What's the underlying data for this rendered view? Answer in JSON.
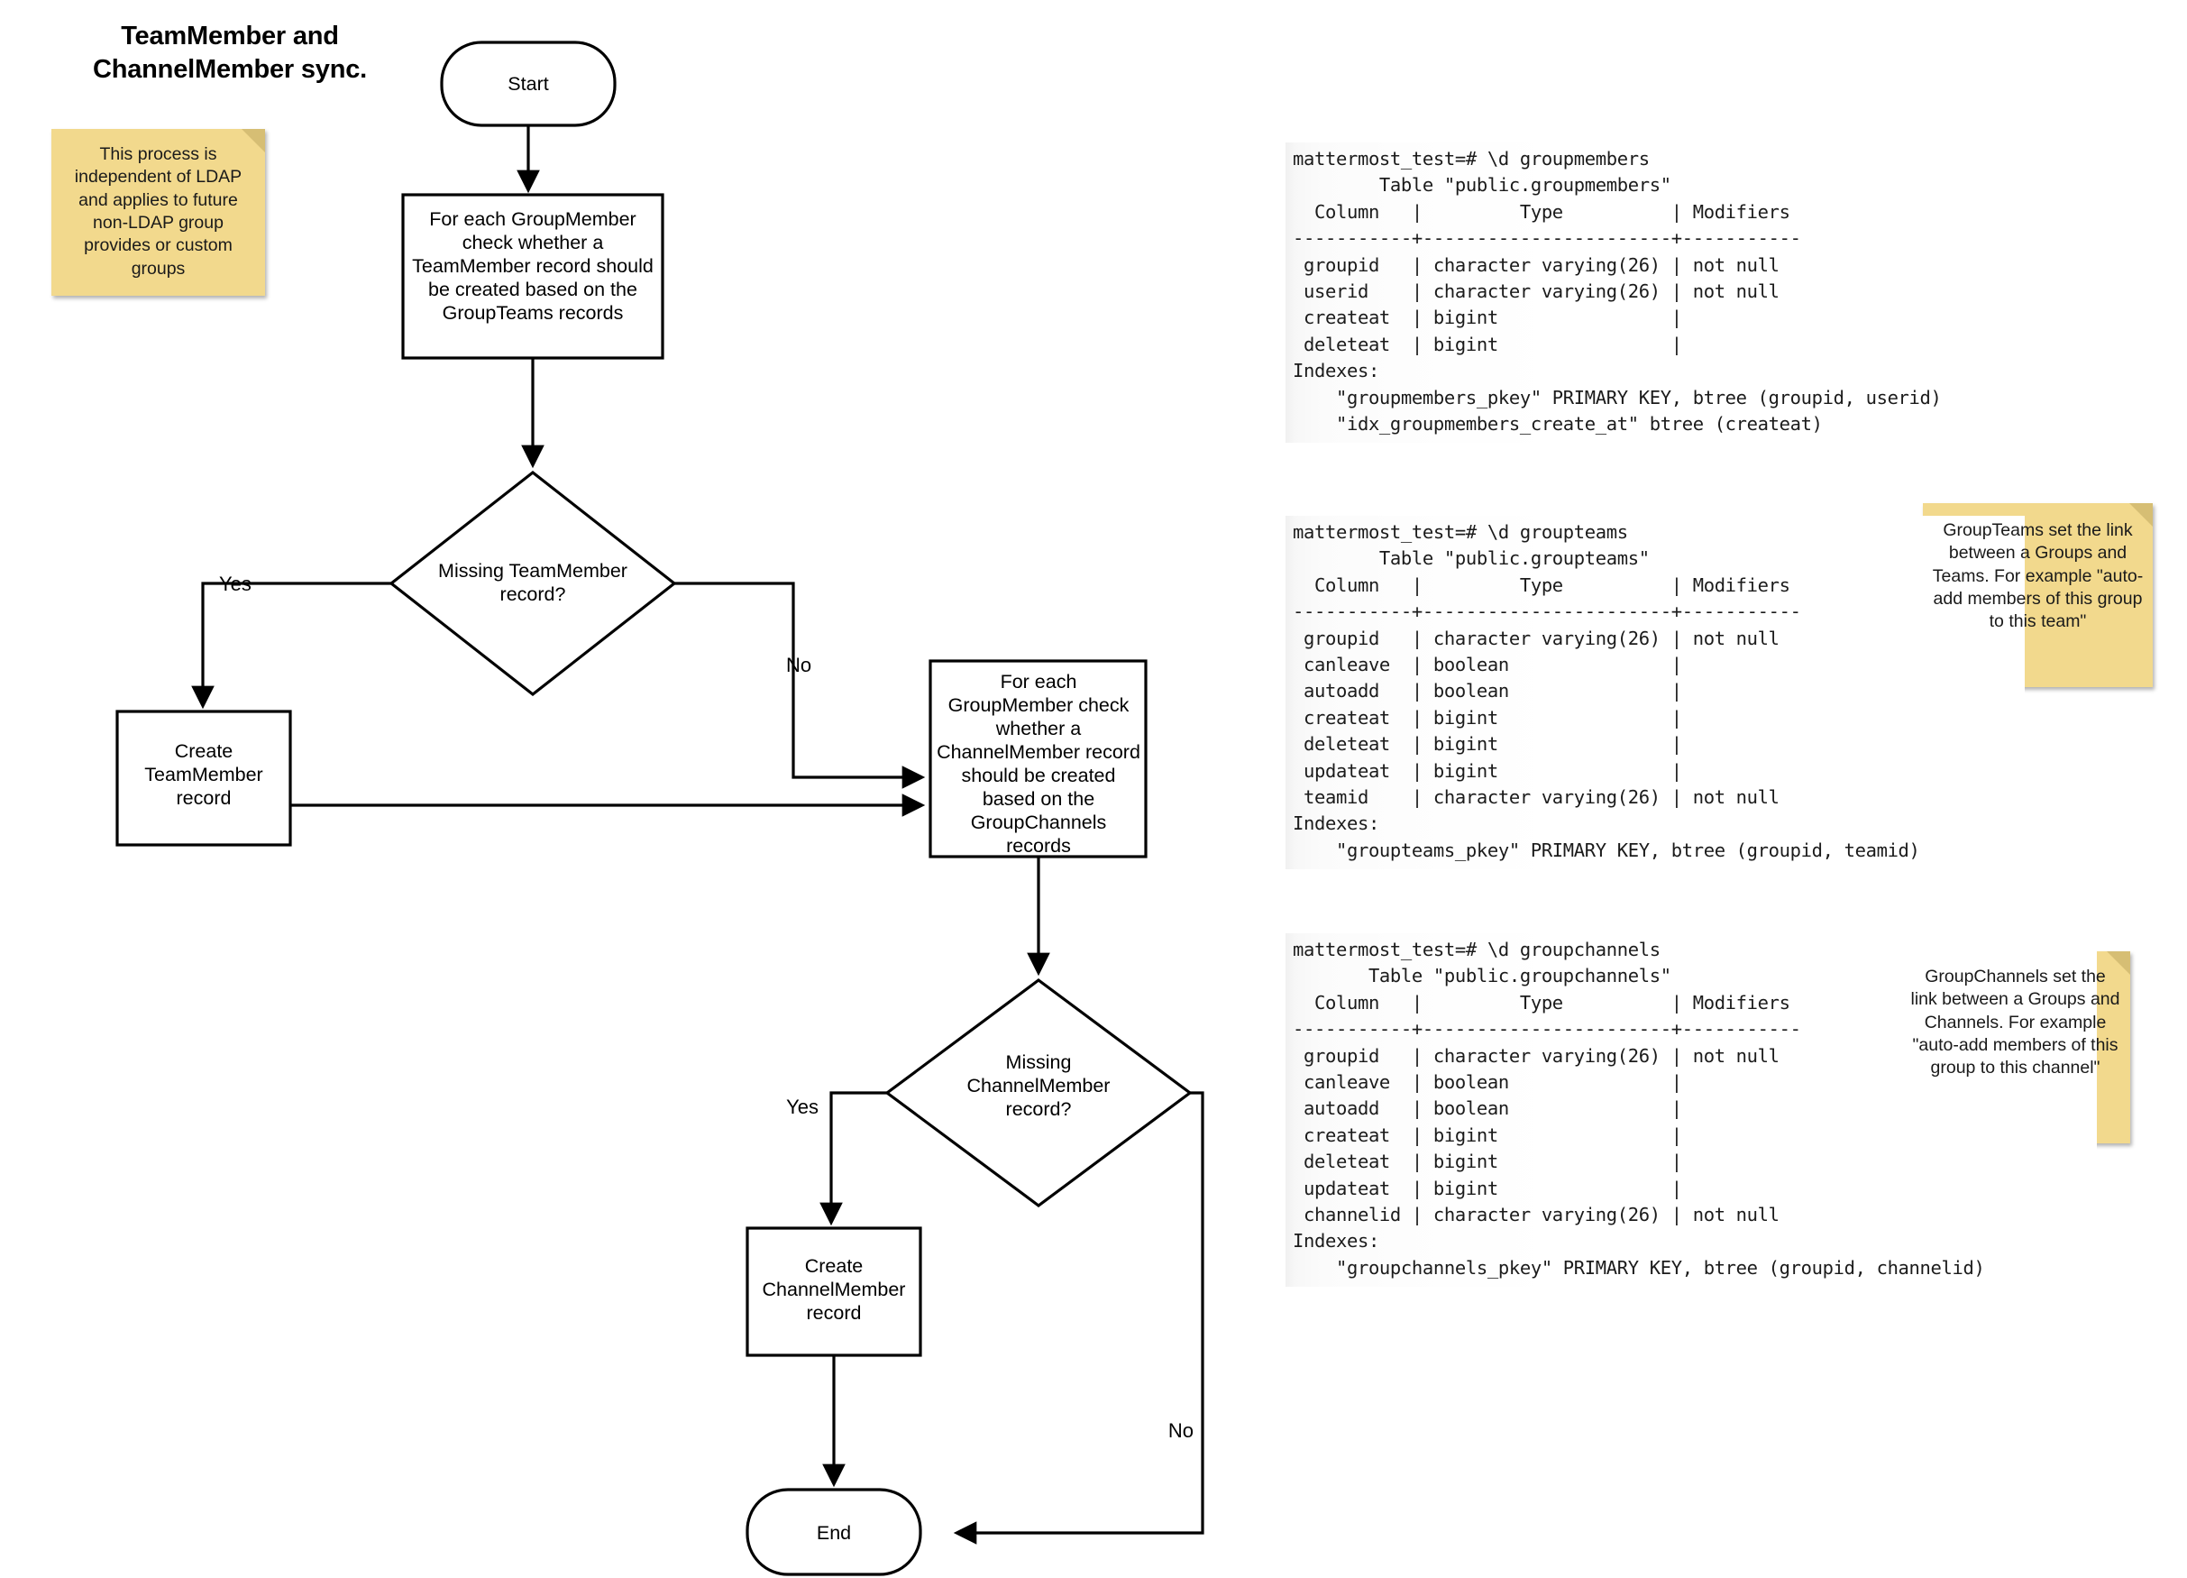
{
  "title": "TeamMember and\nChannelMember sync.",
  "sticky_notes": [
    {
      "name": "ldap-note",
      "text": "This process is independent of LDAP and applies to future non-LDAP group provides or custom groups"
    },
    {
      "name": "groupteams-note",
      "text": "GroupTeams set the link between a Groups and Teams. For example \"auto-add members of this group to this team\""
    },
    {
      "name": "groupchannels-note",
      "text": "GroupChannels set the link between a Groups and Channels. For example \"auto-add members of this group to this channel\""
    }
  ],
  "flowchart": {
    "start": "Start",
    "end": "End",
    "process_teammember": [
      "For each GroupMember",
      "check whether a",
      "TeamMember record should",
      "be created based on the",
      "GroupTeams records"
    ],
    "decision_teammember": [
      "Missing TeamMember",
      "record?"
    ],
    "create_teammember": [
      "Create",
      "TeamMember",
      "record"
    ],
    "process_channelmember": [
      "For each",
      "GroupMember check",
      "whether a",
      "ChannelMember record",
      "should be created",
      "based on the",
      "GroupChannels",
      "records"
    ],
    "decision_channelmember": [
      "Missing",
      "ChannelMember",
      "record?"
    ],
    "create_channelmember": [
      "Create",
      "ChannelMember",
      "record"
    ],
    "edge_labels": {
      "yes_teammember": "Yes",
      "no_teammember": "No",
      "yes_channelmember": "Yes",
      "no_channelmember": "No"
    }
  },
  "terminals": {
    "groupmembers": "mattermost_test=# \\d groupmembers\n        Table \"public.groupmembers\"\n  Column   |         Type          | Modifiers\n-----------+-----------------------+-----------\n groupid   | character varying(26) | not null\n userid    | character varying(26) | not null\n createat  | bigint                |\n deleteat  | bigint                |\nIndexes:\n    \"groupmembers_pkey\" PRIMARY KEY, btree (groupid, userid)\n    \"idx_groupmembers_create_at\" btree (createat)",
    "groupteams": "mattermost_test=# \\d groupteams\n        Table \"public.groupteams\"\n  Column   |         Type          | Modifiers\n-----------+-----------------------+-----------\n groupid   | character varying(26) | not null\n canleave  | boolean               |\n autoadd   | boolean               |\n createat  | bigint                |\n deleteat  | bigint                |\n updateat  | bigint                |\n teamid    | character varying(26) | not null\nIndexes:\n    \"groupteams_pkey\" PRIMARY KEY, btree (groupid, teamid)",
    "groupchannels": "mattermost_test=# \\d groupchannels\n       Table \"public.groupchannels\"\n  Column   |         Type          | Modifiers\n-----------+-----------------------+-----------\n groupid   | character varying(26) | not null\n canleave  | boolean               |\n autoadd   | boolean               |\n createat  | bigint                |\n deleteat  | bigint                |\n updateat  | bigint                |\n channelid | character varying(26) | not null\nIndexes:\n    \"groupchannels_pkey\" PRIMARY KEY, btree (groupid, channelid)"
  },
  "colors": {
    "sticky_fill": "#F2D98D",
    "sticky_fold": "#D6BE74",
    "stroke": "#000000",
    "shape_fill": "#FFFFFF"
  }
}
